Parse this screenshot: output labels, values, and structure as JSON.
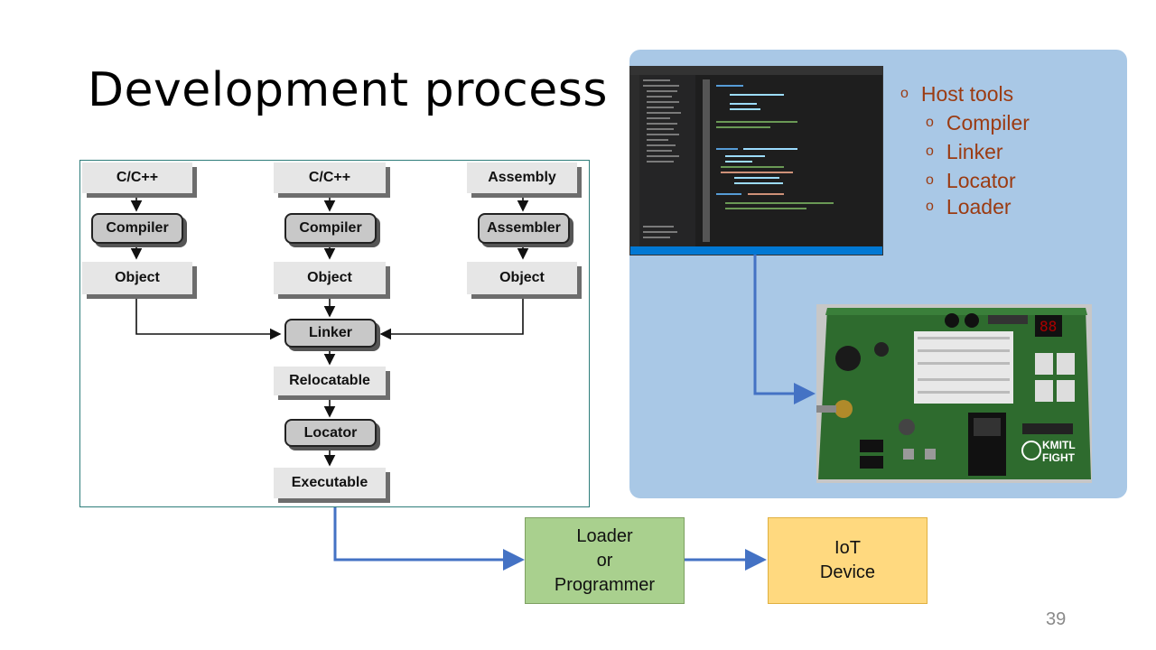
{
  "slide": {
    "title": "Development process",
    "page_number": "39"
  },
  "flow": {
    "sources": [
      "C/C++",
      "C/C++",
      "Assembly"
    ],
    "translators": [
      "Compiler",
      "Compiler",
      "Assembler"
    ],
    "objects": [
      "Object",
      "Object",
      "Object"
    ],
    "linker": "Linker",
    "relocatable": "Relocatable",
    "locator": "Locator",
    "executable": "Executable"
  },
  "host_tools": {
    "heading": "Host tools",
    "items": [
      "Compiler",
      "Linker",
      "Locator",
      "Loader"
    ]
  },
  "loader_box": {
    "line1": "Loader",
    "line2": "or",
    "line3": "Programmer"
  },
  "iot_box": {
    "line1": "IoT",
    "line2": "Device"
  },
  "board": {
    "logo_line1": "KMITL",
    "logo_line2": "FIGHT"
  },
  "colors": {
    "accent_arrow": "#4472c4",
    "panel": "#a9c8e6",
    "tools_text": "#9b3b12"
  }
}
